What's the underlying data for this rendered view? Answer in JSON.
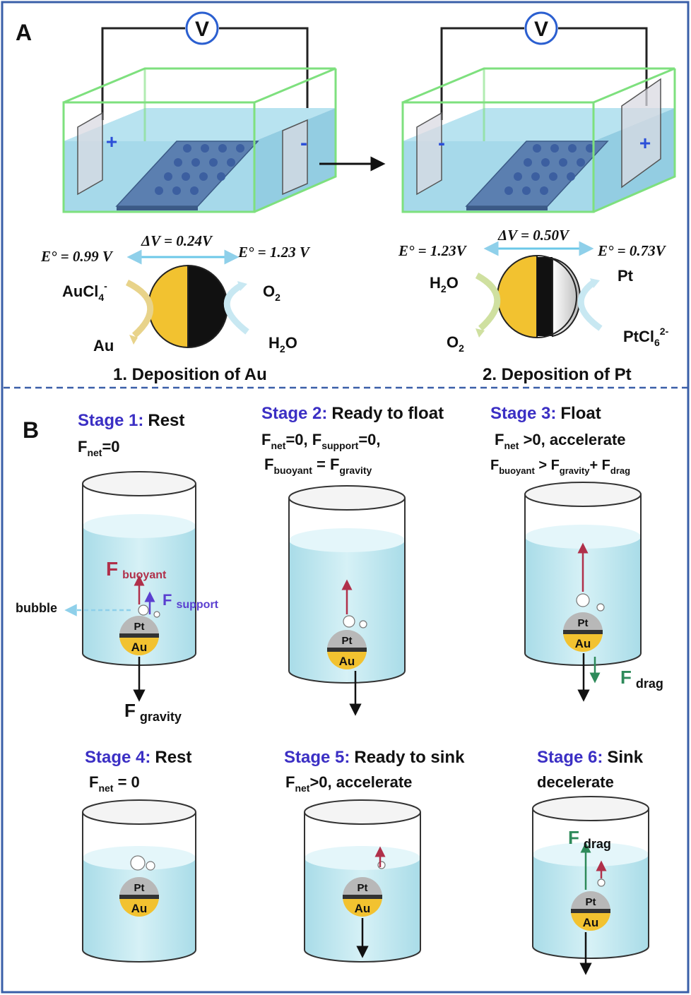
{
  "panel_a": {
    "label": "A",
    "voltmeter": "V",
    "step1": {
      "left_electrode_sign": "+",
      "right_electrode_sign": "-",
      "e_left": "E° = 0.99 V",
      "delta_v": "ΔV = 0.24V",
      "e_right": "E° = 1.23 V",
      "in_left": "AuCl4-",
      "out_left": "Au",
      "out_right": "O2",
      "in_right": "H2O",
      "caption": "1. Deposition of Au"
    },
    "step2": {
      "left_electrode_sign": "-",
      "right_electrode_sign": "+",
      "e_left": "E° = 1.23V",
      "delta_v": "ΔV = 0.50V",
      "e_right": "E° = 0.73V",
      "in_left": "H2O",
      "out_left": "O2",
      "out_right": "Pt",
      "in_right": "PtCl62-",
      "caption": "2. Deposition of Pt"
    }
  },
  "panel_b": {
    "label": "B",
    "stages": [
      {
        "number": "Stage 1:",
        "name": "Rest",
        "lines": [
          "Fnet=0"
        ],
        "labels": {
          "buoyant": "F buoyant",
          "support": "F support",
          "bubble": "bubble",
          "gravity": "F gravity"
        }
      },
      {
        "number": "Stage 2:",
        "name": "Ready to float",
        "lines": [
          "Fnet=0, Fsupport=0,",
          "Fbuoyant = Fgravity"
        ]
      },
      {
        "number": "Stage 3:",
        "name": "Float",
        "lines": [
          "Fnet >0, accelerate",
          "Fbuoyant > Fgravity+ Fdrag"
        ],
        "labels": {
          "drag": "F drag"
        }
      },
      {
        "number": "Stage 4:",
        "name": "Rest",
        "lines": [
          "Fnet = 0"
        ]
      },
      {
        "number": "Stage 5:",
        "name": "Ready to sink",
        "lines": [
          "Fnet>0, accelerate"
        ]
      },
      {
        "number": "Stage 6:",
        "name": "Sink",
        "lines": [
          "decelerate"
        ],
        "labels": {
          "drag": "F drag"
        }
      }
    ],
    "particle": {
      "top": "Pt",
      "bottom": "Au"
    }
  },
  "colors": {
    "frame": "#3a5fa8",
    "stage_blue": "#3b2fc4",
    "gold": "#f2c230",
    "liquid": "#bfe7f0",
    "glass_edge": "#7ee07e",
    "red_arrow": "#b0304a",
    "green_arrow": "#2e8a5a",
    "support_arrow": "#5a3fd0"
  }
}
